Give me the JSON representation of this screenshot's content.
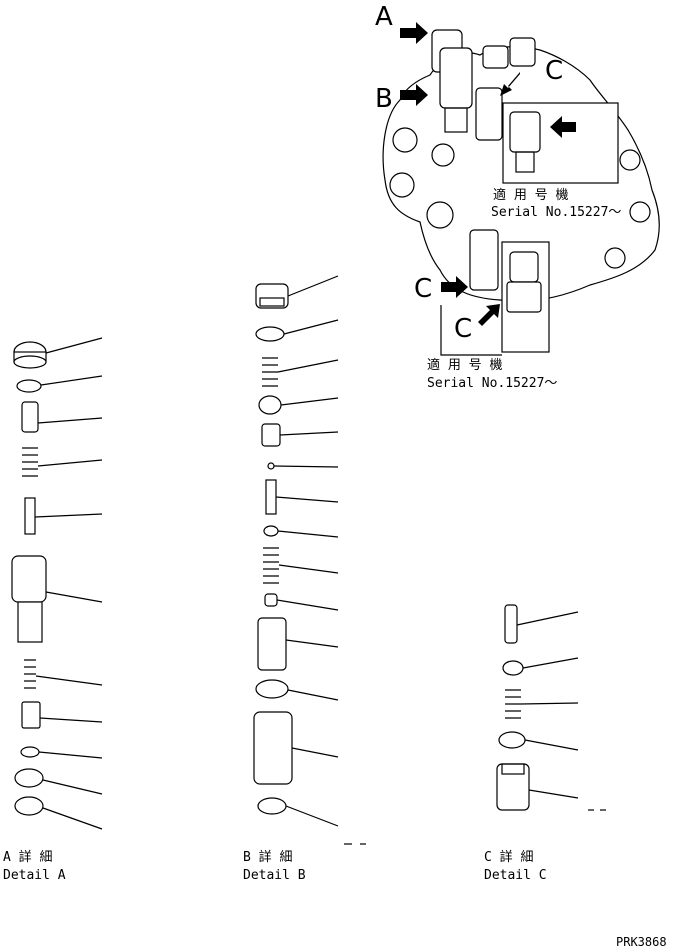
{
  "callouts": {
    "a": "A",
    "b": "B",
    "c_top": "C",
    "c_mid": "C",
    "c_box": "C"
  },
  "serial_notes": [
    {
      "jp": "適 用 号 機",
      "en": "Serial No.15227～"
    },
    {
      "jp": "適 用 号 機",
      "en": "Serial No.15227～"
    }
  ],
  "details": [
    {
      "jp": "A 詳 細",
      "en": "Detail A"
    },
    {
      "jp": "B 詳 細",
      "en": "Detail B"
    },
    {
      "jp": "C 詳 細",
      "en": "Detail C"
    }
  ],
  "drawing_code": "PRK3868"
}
